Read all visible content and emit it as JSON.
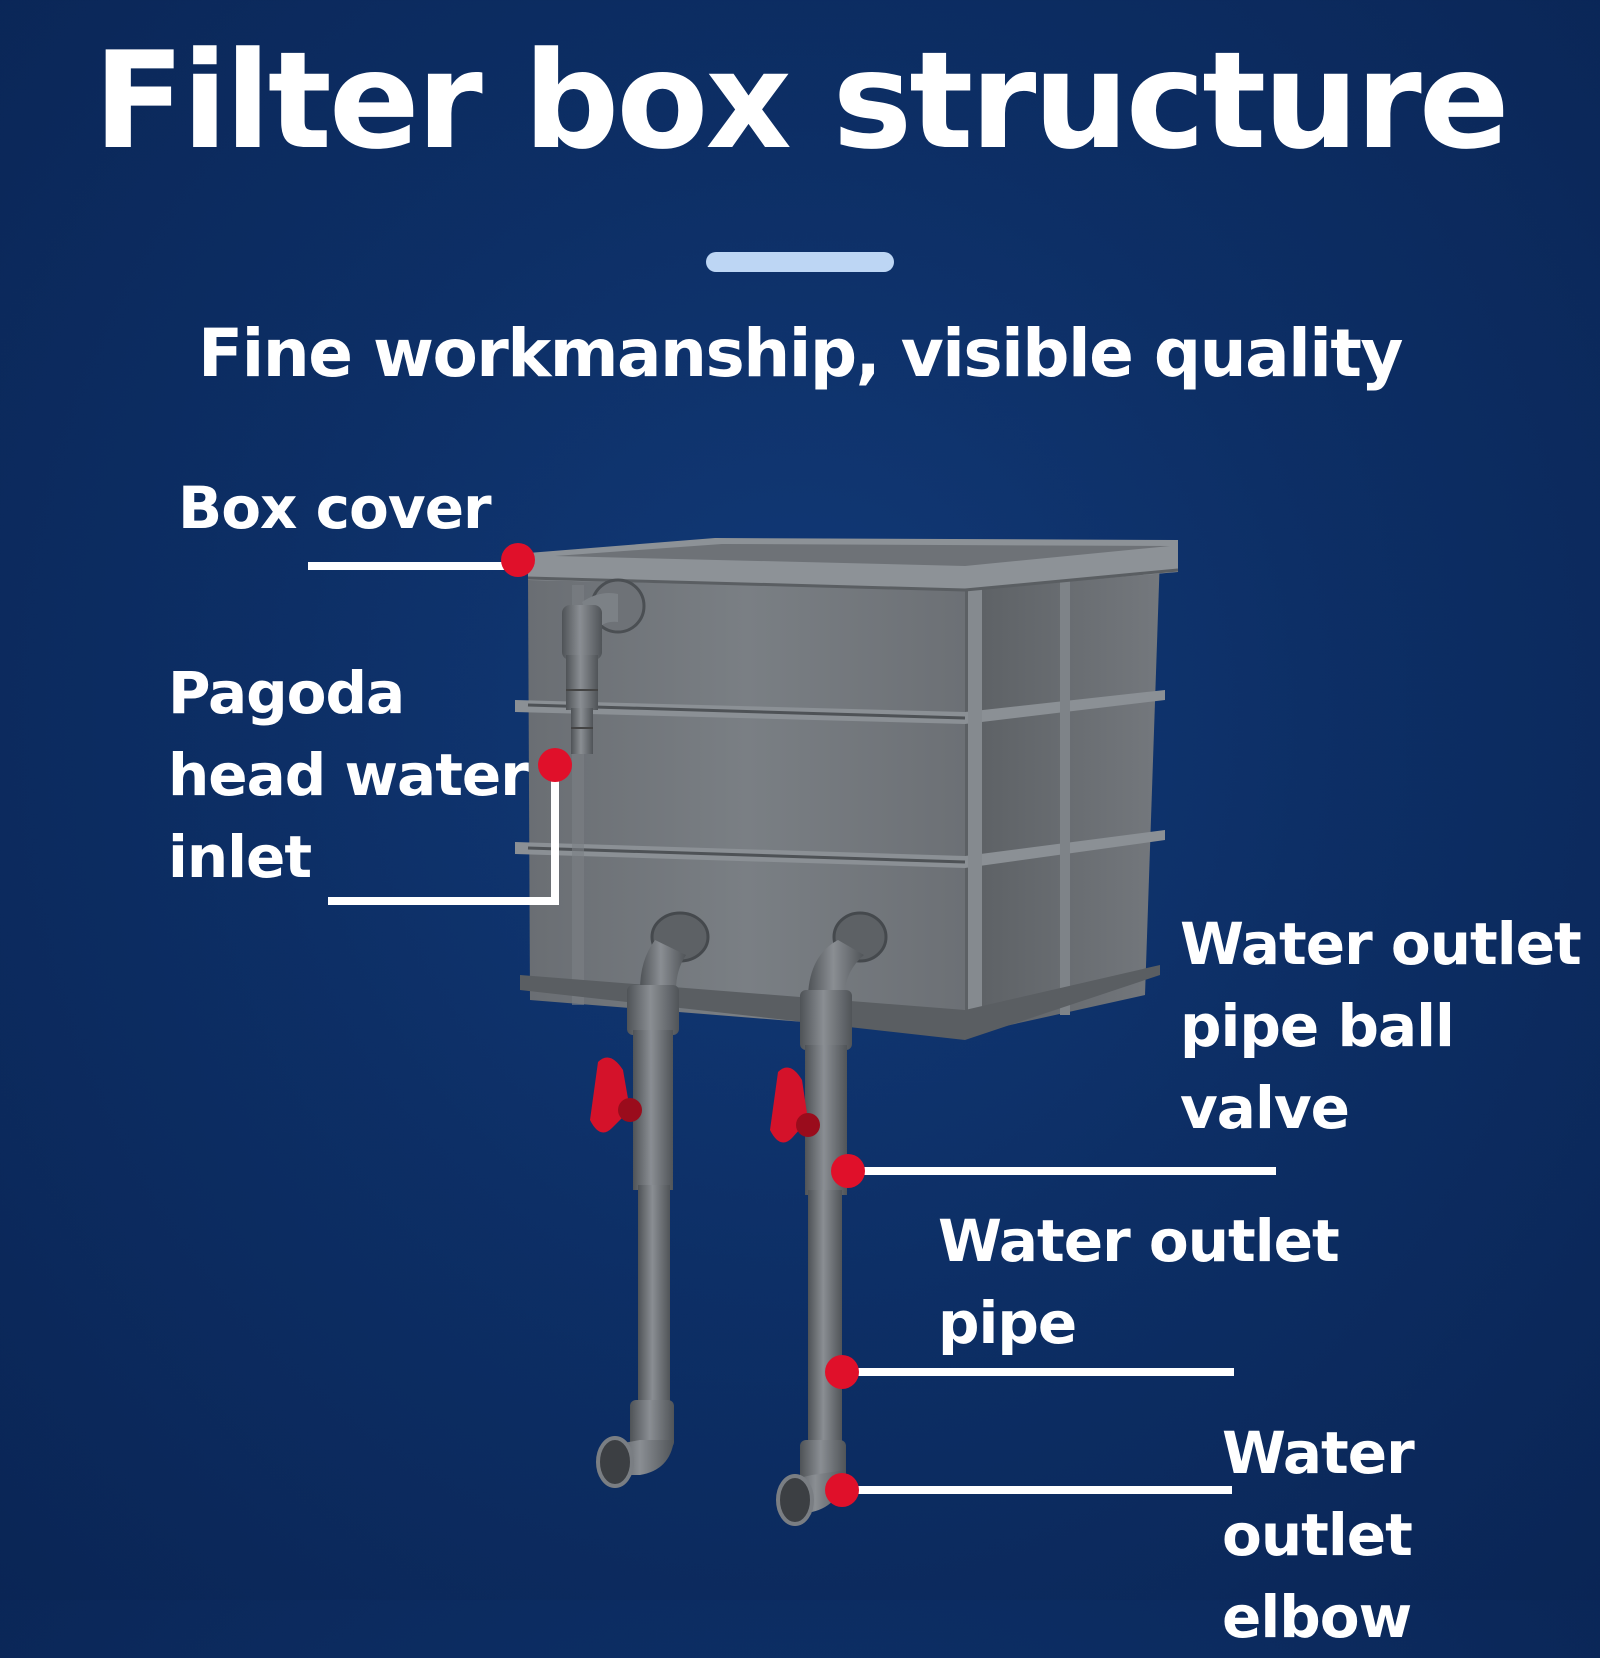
{
  "header": {
    "title": "Filter box structure",
    "subtitle": "Fine workmanship, visible quality"
  },
  "callouts": {
    "box_cover": "Box cover",
    "pagoda_inlet": "Pagoda\nhead water\ninlet",
    "ball_valve": "Water outlet\npipe ball\nvalve",
    "outlet_pipe": "Water outlet\npipe",
    "outlet_elbow": "Water outlet\nelbow"
  },
  "colors": {
    "background": "#0d2f66",
    "text": "#ffffff",
    "marker": "#e0102a",
    "box": "#6f7478",
    "valve_handle": "#d4122a"
  }
}
